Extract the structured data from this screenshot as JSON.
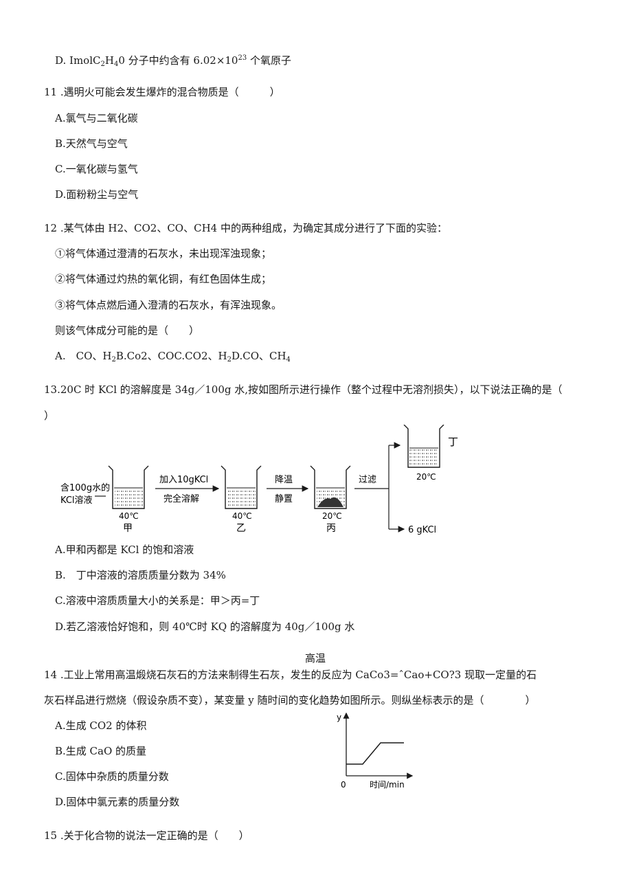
{
  "q10": {
    "optD_a": "D. Imol",
    "optD_b": "C",
    "optD_c": "2",
    "optD_d": "H",
    "optD_e": "4",
    "optD_f": "0 分子中约含有 6.02×10",
    "optD_g": "23",
    "optD_h": " 个氧原子"
  },
  "q11": {
    "stem": "11 .遇明火可能会发生爆炸的混合物质是（　　　）",
    "A": "A.氯气与二氧化碳",
    "B": "B.天然气与空气",
    "C": "C.一氧化碳与氢气",
    "D": "D.面粉粉尘与空气"
  },
  "q12": {
    "stem": "12 .某气体由 H2、CO2、CO、CH4 中的两种组成，为确定其成分进行了下面的实验：",
    "s1": "①将气体通过澄清的石灰水，未出现浑浊现象；",
    "s2": "②将气体通过灼热的氧化铜，有红色固体生成；",
    "s3": "③将气体点燃后通入澄清的石灰水，有浑浊现象。",
    "ask": "则该气体成分可能的是（　　）",
    "opts_a": "A.　CO、H",
    "opts_b": "2",
    "opts_c": "B.Co2、COC.CO2、H",
    "opts_d": "2",
    "opts_e": "D.CO、CH",
    "opts_f": "4"
  },
  "q13": {
    "stem1": "13.20C 时 KCl 的溶解度是 34g／100g 水,按如图所示进行操作（整个过程中无溶剂损失），以下说法正确的是（",
    "stem2": "）",
    "fig": {
      "start1": "含100g水的",
      "start2": "KCl溶液",
      "step1a": "加入10gKCl",
      "step1b": "完全溶解",
      "step2a": "降温",
      "step2b": "静置",
      "step3": "过滤",
      "t1": "40℃",
      "n1": "甲",
      "t2": "40℃",
      "n2": "乙",
      "t3": "20℃",
      "n3": "丙",
      "t4": "20℃",
      "n4": "丁",
      "solid": "6 gKCl"
    },
    "A": "A.甲和丙都是 KCl 的饱和溶液",
    "B": "B.　丁中溶液的溶质质量分数为 34%",
    "C": "C.溶液中溶质质量大小的关系是：甲＞丙=丁",
    "D": "D.若乙溶液恰好饱和，则 40℃时 KQ 的溶解度为 40g／100g 水"
  },
  "q14": {
    "above": "高温",
    "stem1": "14 .工业上常用高温煅烧石灰石的方法来制得生石灰，发生的反应为 CaCo3=ˆCao+CO?3 现取一定量的石",
    "stem2": "灰石样品进行燃烧（假设杂质不变），某变量 y 随时间的变化趋势如图所示。则纵坐标表示的是（　　　　）",
    "A": "A.生成 CO2 的体积",
    "B": "B.生成 CaO 的质量",
    "C": "C.固体中杂质的质量分数",
    "D": "D.固体中氯元素的质量分数",
    "graph": {
      "ylabel": "y",
      "origin": "0",
      "xlabel": "时间/min"
    }
  },
  "q15": {
    "stem": "15 .关于化合物的说法一定正确的是（　　）"
  }
}
